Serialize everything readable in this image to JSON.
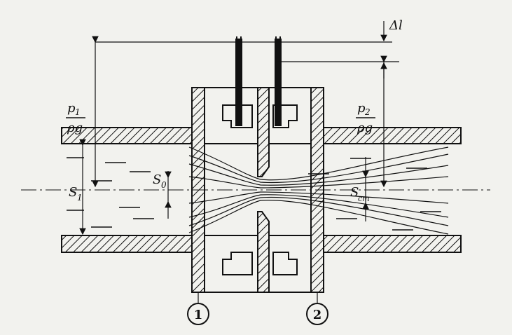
{
  "labels": {
    "p1": "p",
    "p1_sub": "1",
    "p1_den": "ρg",
    "p2": "p",
    "p2_sub": "2",
    "p2_den": "ρg",
    "delta_l": "Δl",
    "s1": "S",
    "s1_sub": "1",
    "s0": "S",
    "s0_sub": "0",
    "sst": "S",
    "sst_sub": "ст"
  },
  "section_markers": [
    "1",
    "2"
  ],
  "colors": {
    "ink": "#111111",
    "paper": "#f2f2ee"
  }
}
